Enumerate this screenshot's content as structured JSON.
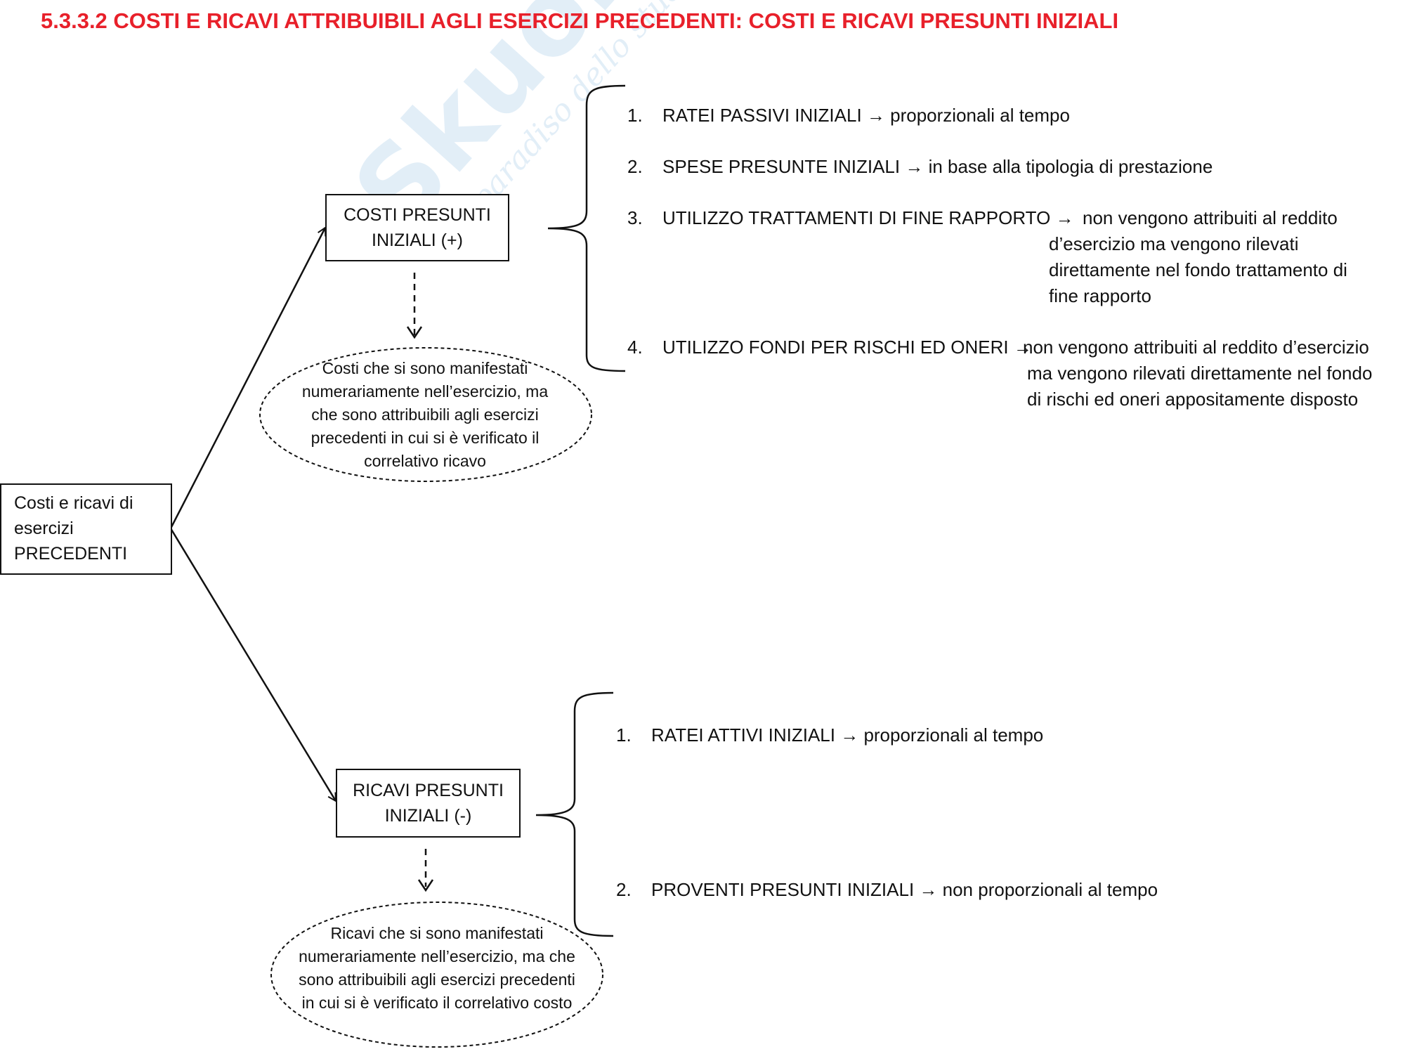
{
  "title": "5.3.3.2 COSTI E RICAVI ATTRIBUIBILI AGLI ESERCIZI PRECEDENTI: COSTI E RICAVI PRESUNTI INIZIALI",
  "colors": {
    "title": "#e8202a",
    "watermark": "#7fb3df",
    "lines": "#111111"
  },
  "watermark": {
    "main": "Skuola.net",
    "sub": "il paradiso dello studente"
  },
  "root_box": {
    "lines": [
      "Costi e ricavi di",
      "esercizi",
      "PRECEDENTI"
    ]
  },
  "costi": {
    "box_lines": [
      "COSTI PRESUNTI",
      "INIZIALI (+)"
    ],
    "ellipse_lines": [
      "Costi che si sono manifestati",
      "numerariamente nell’esercizio, ma",
      "che sono attribuibili agli esercizi",
      "precedenti in cui si è verificato il",
      "correlativo ricavo"
    ],
    "items": [
      {
        "num": "1.",
        "label": "RATEI PASSIVI INIZIALI",
        "arrow": "→",
        "desc": [
          "proporzionali al tempo"
        ]
      },
      {
        "num": "2.",
        "label": "SPESE PRESUNTE INIZIALI",
        "arrow": "→",
        "desc": [
          "in base alla tipologia di prestazione"
        ]
      },
      {
        "num": "3.",
        "label": "UTILIZZO TRATTAMENTI DI FINE RAPPORTO",
        "arrow": "→",
        "desc": [
          "non vengono attribuiti al reddito",
          "d’esercizio  ma vengono rilevati",
          "direttamente nel fondo trattamento di",
          "fine rapporto"
        ]
      },
      {
        "num": "4.",
        "label": "UTILIZZO FONDI PER RISCHI ED ONERI",
        "arrow": "→",
        "desc": [
          "non vengono attribuiti al reddito d’esercizio",
          "ma vengono rilevati direttamente nel fondo",
          "di rischi ed oneri appositamente disposto"
        ]
      }
    ]
  },
  "ricavi": {
    "box_lines": [
      "RICAVI PRESUNTI",
      "INIZIALI (-)"
    ],
    "ellipse_lines": [
      "Ricavi che si sono manifestati",
      "numerariamente nell’esercizio, ma che",
      "sono attribuibili agli esercizi precedenti",
      "in cui si è verificato il correlativo costo"
    ],
    "items": [
      {
        "num": "1.",
        "label": "RATEI ATTIVI INIZIALI",
        "arrow": "→",
        "desc": [
          "proporzionali al tempo"
        ]
      },
      {
        "num": "2.",
        "label": "PROVENTI PRESUNTI INIZIALI",
        "arrow": "→",
        "desc": [
          "non proporzionali al tempo"
        ]
      }
    ]
  }
}
